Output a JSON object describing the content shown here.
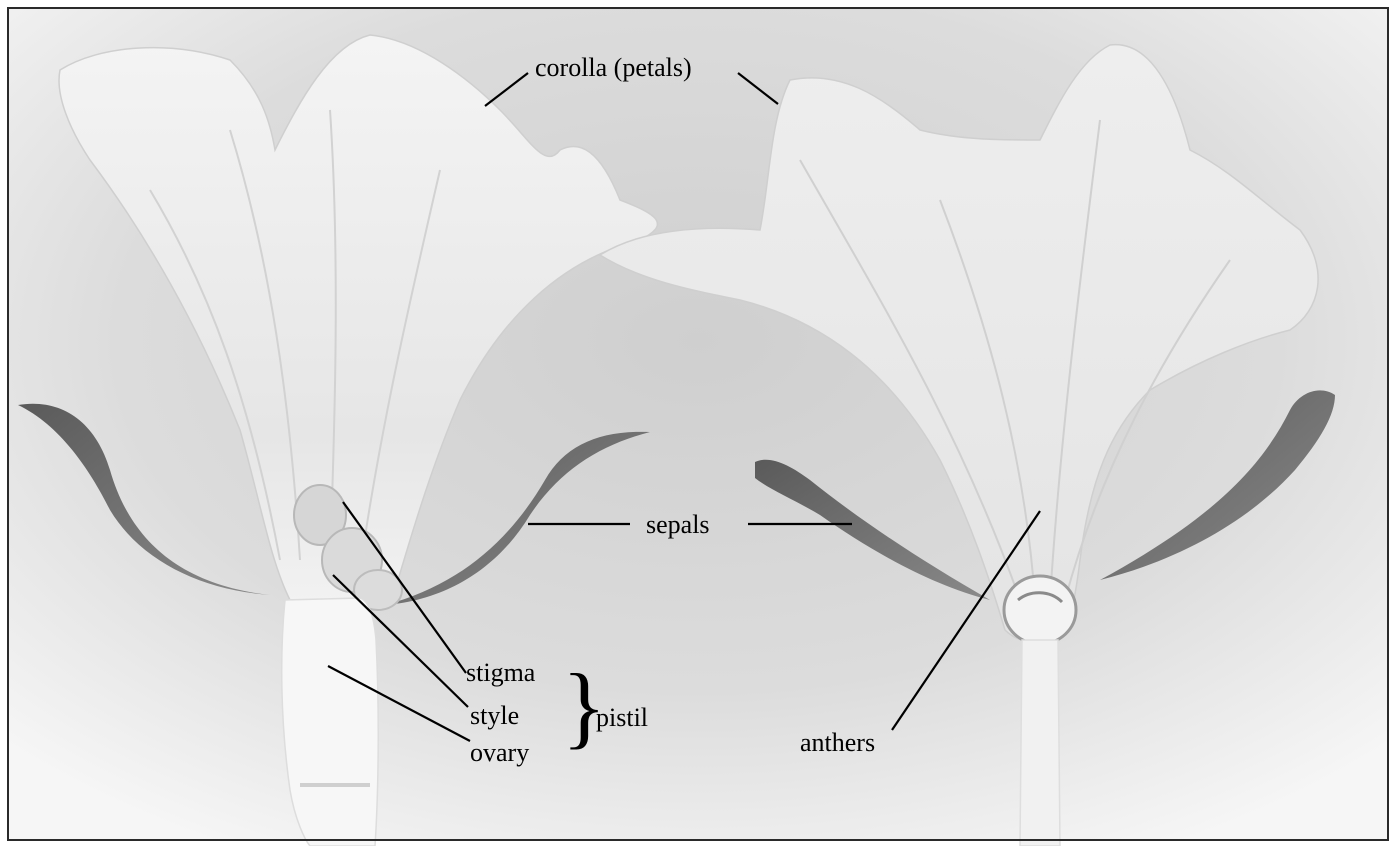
{
  "labels": {
    "corolla": "corolla (petals)",
    "sepals": "sepals",
    "stigma": "stigma",
    "style": "style",
    "ovary": "ovary",
    "pistil": "pistil",
    "anthers": "anthers"
  },
  "colors": {
    "frame": "#2a2a2a",
    "background": "#d9d9d9",
    "petal": "#efefef",
    "sepal": "#6e6e6e",
    "leader_line": "#000000"
  }
}
